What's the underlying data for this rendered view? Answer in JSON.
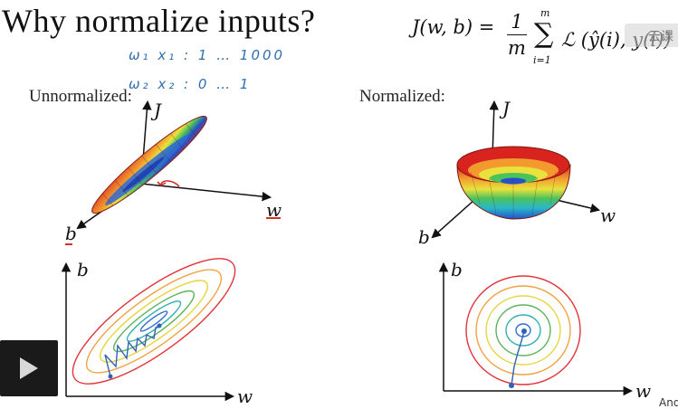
{
  "slide": {
    "title": "Why normalize inputs?",
    "formula": {
      "lhs": "J(w, b) =",
      "frac_num": "1",
      "frac_den": "m",
      "sum_top": "m",
      "sum_symbol": "∑",
      "sum_bottom": "i=1",
      "loss": "ℒ (ŷ(i), y(i))"
    },
    "handwritten_notes": {
      "line1": "ω₁   x₁ : 1 … 1000",
      "line2": "ω₂   x₂ : 0 … 1"
    },
    "left_panel": {
      "label": "Unnormalized:",
      "axis_j": "J",
      "axis_w": "w",
      "axis_b": "b",
      "contour_axis_b": "b",
      "contour_axis_w": "w"
    },
    "right_panel": {
      "label": "Normalized:",
      "axis_j": "J",
      "axis_w": "w",
      "axis_b": "b",
      "contour_axis_b": "b",
      "contour_axis_w": "w"
    },
    "watermark_text": "云课",
    "corner_text": "And"
  },
  "controls": {
    "play_icon": "play-icon"
  },
  "colors": {
    "handwriting": "#2e6fb0",
    "contour_red": "#e0343a",
    "contour_orange": "#f0a340",
    "contour_yellow": "#e6d640",
    "contour_green": "#5fb35a",
    "contour_teal": "#2fb0b0",
    "contour_blue": "#2f6fd0"
  }
}
